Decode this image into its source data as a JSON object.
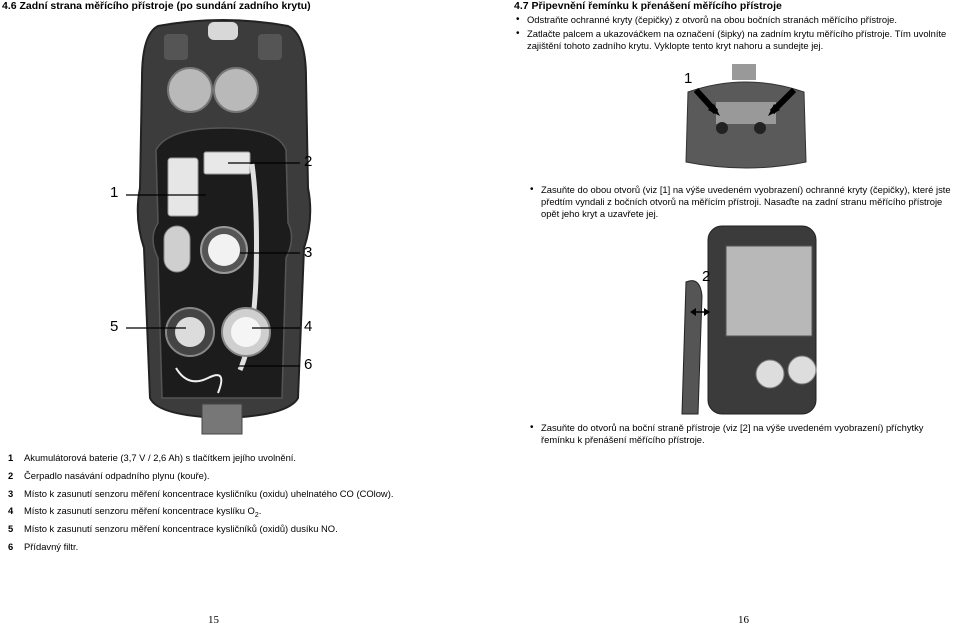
{
  "left_page": {
    "heading": "4.6 Zadní strana měřícího přístroje (po sundání zadního krytu)",
    "callouts": {
      "c1": "1",
      "c2": "2",
      "c3": "3",
      "c4": "4",
      "c5": "5",
      "c6": "6"
    },
    "legend": [
      {
        "num": "1",
        "text": "Akumulátorová baterie (3,7 V / 2,6 Ah) s tlačítkem jejího uvolnění."
      },
      {
        "num": "2",
        "text": "Čerpadlo nasávání odpadního plynu (kouře)."
      },
      {
        "num": "3",
        "text": "Místo k zasunutí senzoru měření koncentrace kysličníku (oxidu) uhelnatého CO (COlow)."
      },
      {
        "num": "4",
        "text": "Místo k zasunutí senzoru měření koncentrace kyslíku O",
        "sub": "2",
        "suffix": "."
      },
      {
        "num": "5",
        "text": "Místo k zasunutí senzoru měření koncentrace kysličníků (oxidů) dusíku NO."
      },
      {
        "num": "6",
        "text": "Přídavný filtr."
      }
    ],
    "page_number": "15"
  },
  "right_page": {
    "heading": "4.7 Připevnění řemínku k přenášení měřícího přístroje",
    "bullets_top": [
      "Odstraňte ochranné kryty (čepičky) z otvorů na obou bočních stranách měřícího přístroje.",
      "Zatlačte palcem a ukazováčkem na označení (šipky) na zadním krytu měřícího přístroje. Tím uvolníte zajištění tohoto zadního krytu. Vyklopte tento kryt nahoru a sundejte jej."
    ],
    "fig1_callout": "1",
    "bullet_mid": "Zasuňte do obou otvorů (viz [1] na výše uvedeném vyobrazení) ochranné kryty (čepičky), které jste předtím vyndali z bočních otvorů na měřícím přístroji. Nasaďte na zadní stranu měřícího přístroje opět jeho kryt a uzavřete jej.",
    "fig2_callout": "2",
    "bullet_bottom": "Zasuňte do otvorů na boční straně přístroje (viz [2] na výše uvedeném vyobrazení) příchytky řemínku k přenášení měřícího přístroje.",
    "page_number": "16"
  },
  "colors": {
    "device_dark": "#3a3a3a",
    "device_mid": "#6b6b6b",
    "device_light": "#bdbdbd"
  }
}
